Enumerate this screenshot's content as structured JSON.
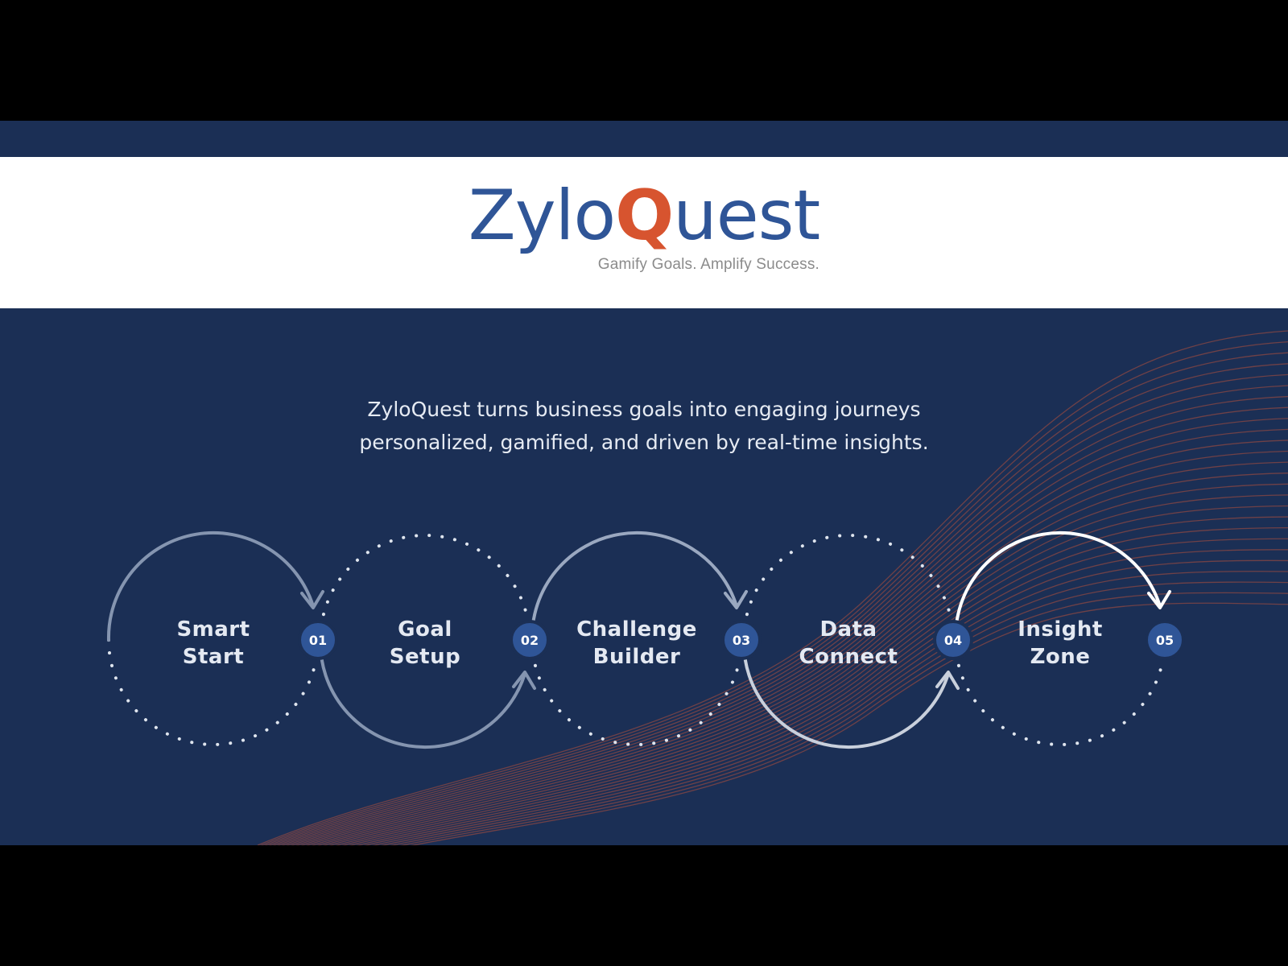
{
  "brand": {
    "name_part1": "Zylo",
    "name_part2": "Q",
    "name_part3": "uest",
    "tagline": "Gamify Goals. Amplify Success."
  },
  "intro": {
    "line1": "ZyloQuest turns business goals into engaging journeys",
    "line2": "personalized, gamified, and driven by real-time insights."
  },
  "steps": [
    {
      "number": "01",
      "line1": "Smart",
      "line2": "Start"
    },
    {
      "number": "02",
      "line1": "Goal",
      "line2": "Setup"
    },
    {
      "number": "03",
      "line1": "Challenge",
      "line2": "Builder"
    },
    {
      "number": "04",
      "line1": "Data",
      "line2": "Connect"
    },
    {
      "number": "05",
      "line1": "Insight",
      "line2": "Zone"
    }
  ],
  "colors": {
    "background": "#1b2f55",
    "brand_blue": "#2f5597",
    "brand_orange": "#d7542f",
    "badge": "#2f5597",
    "wave": "#b4503c"
  }
}
